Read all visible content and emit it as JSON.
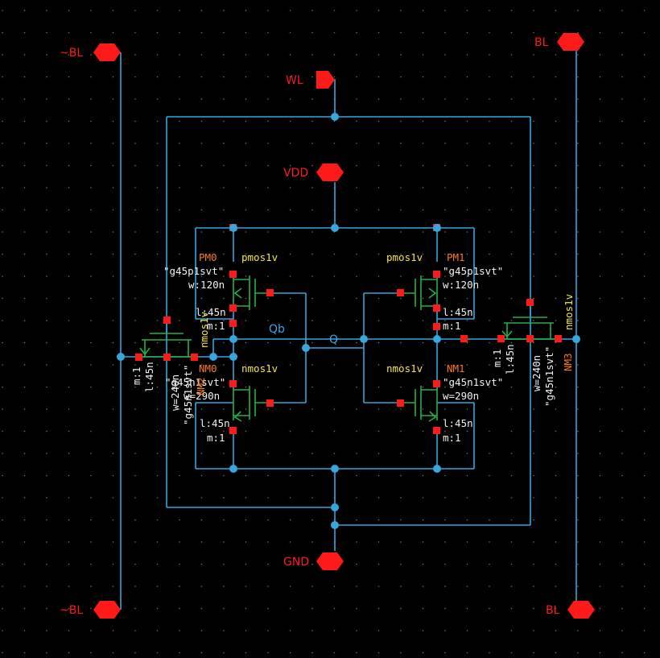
{
  "colors": {
    "background": "#000000",
    "wire": "#36a6df",
    "device": "#22b14c",
    "pin": "#ff1a1a",
    "inst_label": "#ff7a1a",
    "cell_label": "#f5e642",
    "param_label": "#f2f2f2",
    "net_label": "#3fa2e8",
    "grid_dot": "#cfcfcf"
  },
  "pins": {
    "bl_bar_top": "~BL",
    "bl_bar_bottom": "~BL",
    "bl_top": "BL",
    "bl_bottom": "BL",
    "wl": "WL",
    "vdd": "VDD",
    "gnd": "GND"
  },
  "nets": {
    "qb": "Qb",
    "q": "Q"
  },
  "devices": {
    "pm0": {
      "name": "PM0",
      "cell": "pmos1v",
      "model": "\"g45p1svt\"",
      "w": "w:120n",
      "l": "l:45n",
      "m": "m:1"
    },
    "pm1": {
      "name": "PM1",
      "cell": "pmos1v",
      "model": "\"g45p1svt\"",
      "w": "w:120n",
      "l": "l:45n",
      "m": "m:1"
    },
    "nm0": {
      "name": "NM0",
      "cell": "nmos1v",
      "model": "\"g45n1svt\"",
      "w": "w=290n",
      "l": "l:45n",
      "m": "m:1"
    },
    "nm1": {
      "name": "NM1",
      "cell": "nmos1v",
      "model": "\"g45n1svt\"",
      "w": "w=290n",
      "l": "l:45n",
      "m": "m:1"
    },
    "nm2": {
      "name": "NM2",
      "cell": "nmos1v",
      "model": "\"g45n1svt\"",
      "w": "w=240n",
      "l": "l:45n",
      "m": "m:1"
    },
    "nm3": {
      "name": "NM3",
      "cell": "nmos1v",
      "model": "\"g45n1svt\"",
      "w": "w=240n",
      "l": "l:45n",
      "m": "m:1"
    }
  }
}
